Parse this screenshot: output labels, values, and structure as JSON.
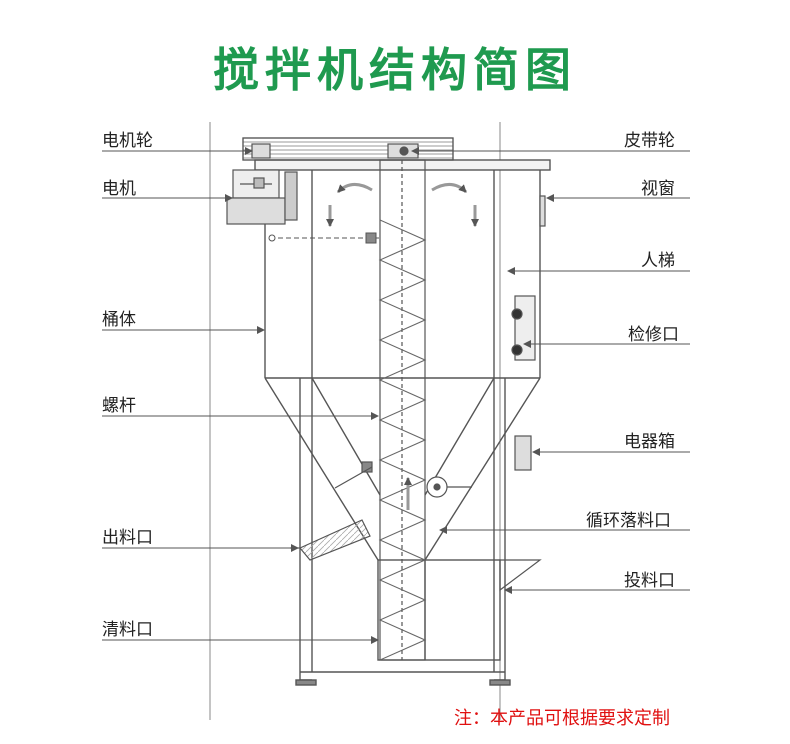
{
  "title": "搅拌机结构简图",
  "labels": {
    "left": {
      "motor_pulley": "电机轮",
      "motor": "电机",
      "barrel": "桶体",
      "screw": "螺杆",
      "discharge_port": "出料口",
      "cleaning_port": "清料口"
    },
    "right": {
      "belt_pulley": "皮带轮",
      "sight_window": "视窗",
      "ladder": "人梯",
      "access_port": "检修口",
      "electric_box": "电器箱",
      "circulation_port": "循环落料口",
      "feeding_port": "投料口"
    }
  },
  "note": "注：本产品可根据要求定制",
  "colors": {
    "title": "#1f9a4f",
    "note": "#e01010",
    "line": "#555555"
  }
}
